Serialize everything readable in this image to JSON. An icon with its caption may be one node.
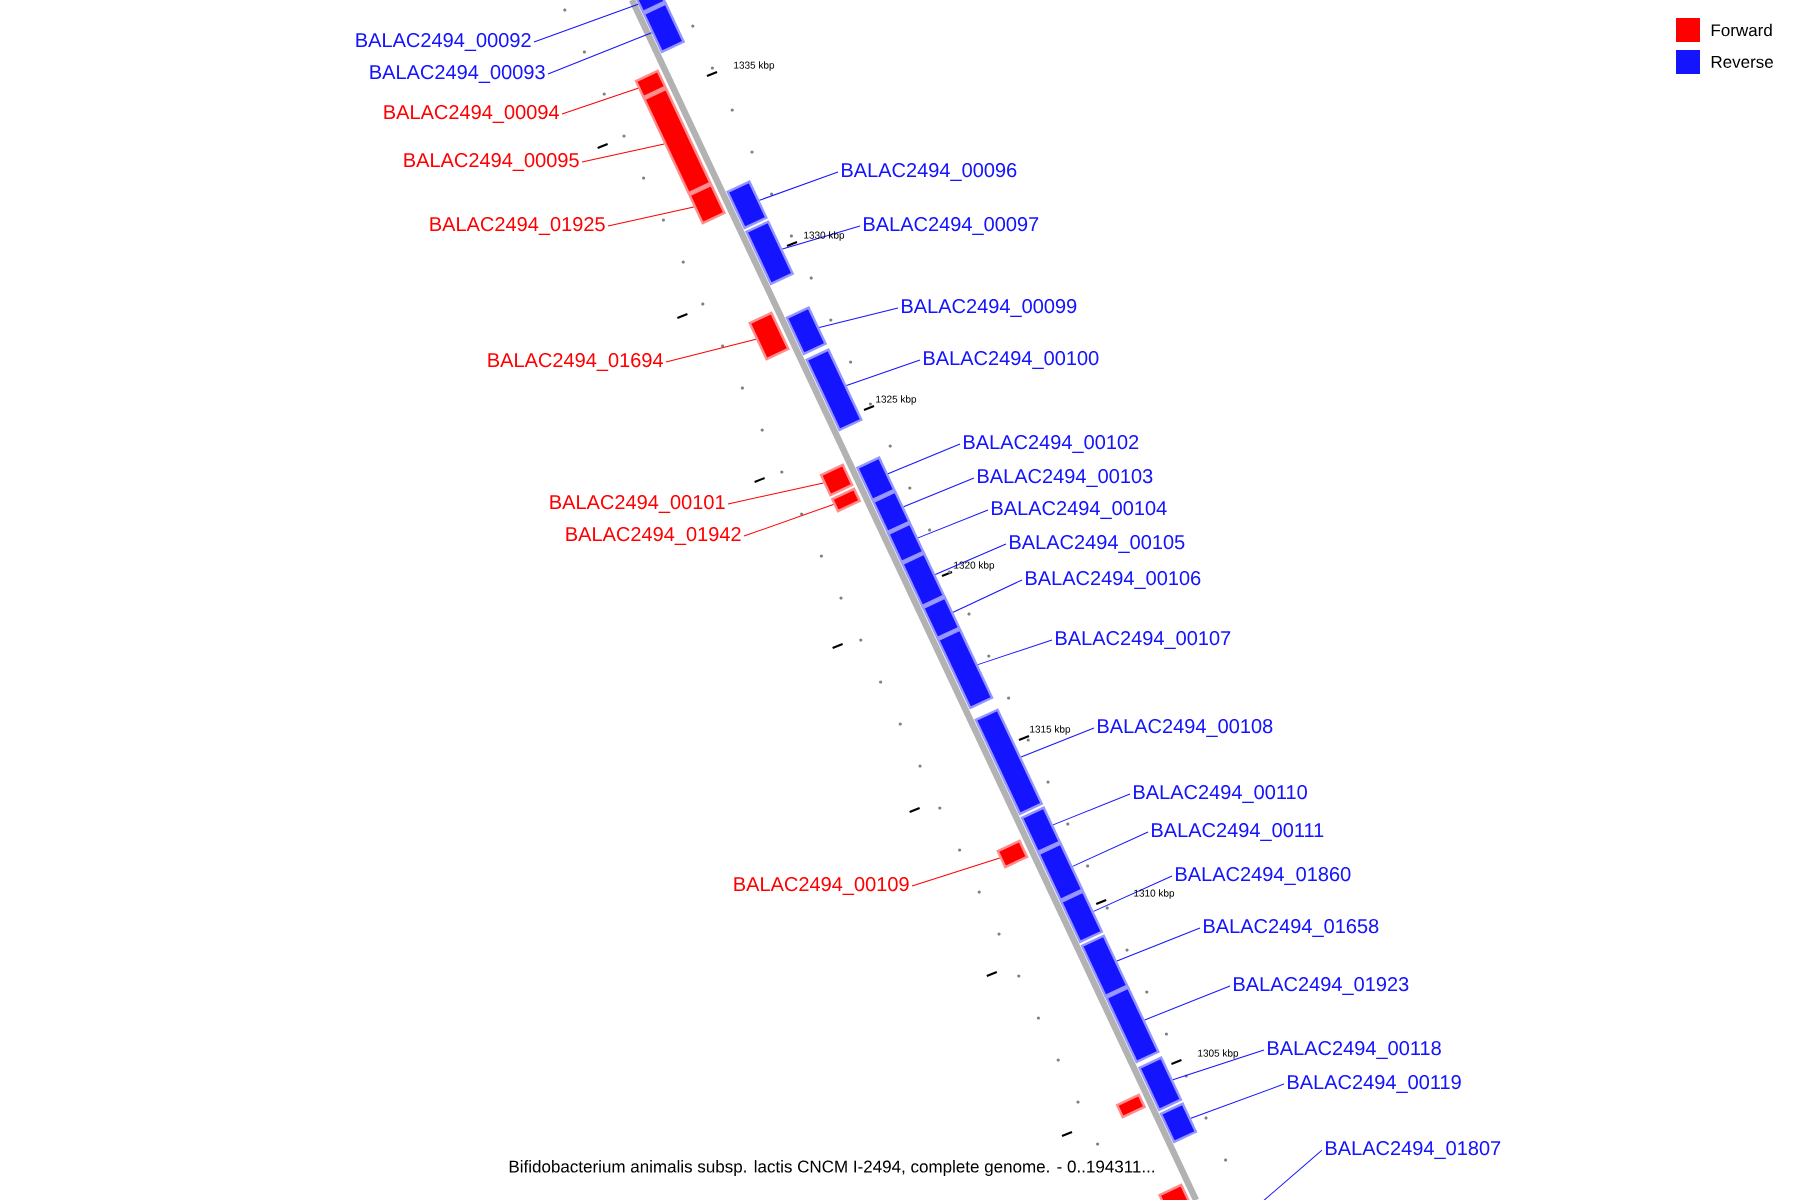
{
  "diagram": {
    "caption": "Bifidobacterium animalis subsp. lactis CNCM I-2494, complete genome. - 0..194311...",
    "nodes": [
      {
        "text": [
          "BALAC2494_00092"
        ]
      },
      {
        "text": [],
        "shape": "bar"
      },
      {
        "text": [
          "BALAC2494_00093"
        ]
      },
      {
        "text": [],
        "shape": "bar"
      },
      {
        "text": [
          "BALAC2494_00094"
        ]
      },
      {
        "text": [],
        "shape": "bar"
      },
      {
        "text": [
          "BALAC2494_00095"
        ]
      },
      {
        "text": [],
        "shape": "bar"
      },
      {
        "text": [
          "BALAC2494_00096"
        ]
      },
      {
        "text": [],
        "shape": "bar"
      },
      {
        "text": [
          "BALAC2494_01925"
        ]
      },
      {
        "text": [],
        "shape": "bar"
      },
      {
        "text": [
          "BALAC2494_00097"
        ]
      },
      {
        "text": [],
        "shape": "bar"
      },
      {
        "text": [
          "BALAC2494_00099"
        ]
      },
      {
        "text": [],
        "shape": "bar"
      },
      {
        "text": [
          "BALAC2494_01694"
        ]
      },
      {
        "text": [],
        "shape": "bar"
      },
      {
        "text": [
          "BALAC2494_00100"
        ]
      },
      {
        "text": [],
        "shape": "bar"
      },
      {
        "text": [
          "BALAC2494_00102"
        ]
      },
      {
        "text": [],
        "shape": "bar"
      },
      {
        "text": [
          "BALAC2494_00103"
        ]
      },
      {
        "text": [],
        "shape": "bar"
      },
      {
        "text": [
          "BALAC2494_00101"
        ]
      },
      {
        "text": [],
        "shape": "bar"
      },
      {
        "text": [
          "BALAC2494_00104"
        ]
      },
      {
        "text": [],
        "shape": "bar"
      },
      {
        "text": [
          "BALAC2494_01942"
        ]
      },
      {
        "text": [],
        "shape": "bar"
      },
      {
        "text": [
          "BALAC2494_00105"
        ]
      },
      {
        "text": [],
        "shape": "bar"
      },
      {
        "text": [
          "BALAC2494_00106"
        ]
      },
      {
        "text": [],
        "shape": "bar"
      },
      {
        "text": [
          "BALAC2494_00107"
        ]
      },
      {
        "text": [],
        "shape": "bar"
      },
      {
        "text": [
          "BALAC2494_00108"
        ]
      },
      {
        "text": [],
        "shape": "bar"
      },
      {
        "text": [
          "BALAC2494_00110"
        ]
      },
      {
        "text": [],
        "shape": "bar"
      },
      {
        "text": [
          "BALAC2494_00111"
        ]
      },
      {
        "text": [],
        "shape": "bar"
      },
      {
        "text": [
          "BALAC2494_01860"
        ]
      },
      {
        "text": [],
        "shape": "bar"
      },
      {
        "text": [
          "BALAC2494_00109"
        ]
      },
      {
        "text": [],
        "shape": "bar"
      },
      {
        "text": [
          "BALAC2494_01658"
        ]
      },
      {
        "text": [],
        "shape": "bar"
      },
      {
        "text": [
          "BALAC2494_01923"
        ]
      },
      {
        "text": [],
        "shape": "bar"
      },
      {
        "text": [
          "BALAC2494_00118"
        ]
      },
      {
        "text": [],
        "shape": "bar"
      },
      {
        "text": [],
        "shape": "bar"
      },
      {
        "text": [
          "BALAC2494_00119"
        ]
      },
      {
        "text": [],
        "shape": "bar"
      },
      {
        "text": [
          "BALAC2494_01807"
        ]
      },
      {
        "text": [],
        "shape": "bar"
      }
    ],
    "edges": [
      {
        "from": 0,
        "to": 1,
        "arrow": "none"
      },
      {
        "from": 2,
        "to": 3,
        "arrow": "none"
      },
      {
        "from": 4,
        "to": 5,
        "arrow": "none",
        "color": "#ff0000"
      },
      {
        "from": 6,
        "to": 7,
        "arrow": "none",
        "color": "#ff0000"
      },
      {
        "from": 8,
        "to": 9,
        "arrow": "none"
      },
      {
        "from": 10,
        "to": 11,
        "arrow": "none",
        "color": "#ff0000"
      },
      {
        "from": 12,
        "to": 13,
        "arrow": "none"
      },
      {
        "from": 14,
        "to": 15,
        "arrow": "none"
      },
      {
        "from": 16,
        "to": 17,
        "arrow": "none",
        "color": "#ff0000"
      },
      {
        "from": 18,
        "to": 19,
        "arrow": "none"
      },
      {
        "from": 20,
        "to": 21,
        "arrow": "none"
      },
      {
        "from": 22,
        "to": 23,
        "arrow": "none"
      },
      {
        "from": 24,
        "to": 25,
        "arrow": "none",
        "color": "#ff0000"
      },
      {
        "from": 26,
        "to": 27,
        "arrow": "none"
      },
      {
        "from": 28,
        "to": 29,
        "arrow": "none",
        "color": "#ff0000"
      },
      {
        "from": 30,
        "to": 31,
        "arrow": "none"
      },
      {
        "from": 32,
        "to": 33,
        "arrow": "none"
      },
      {
        "from": 34,
        "to": 35,
        "arrow": "none"
      },
      {
        "from": 36,
        "to": 37,
        "arrow": "none"
      },
      {
        "from": 38,
        "to": 39,
        "arrow": "none"
      },
      {
        "from": 40,
        "to": 41,
        "arrow": "none"
      },
      {
        "from": 42,
        "to": 43,
        "arrow": "none"
      },
      {
        "from": 44,
        "to": 45,
        "arrow": "none",
        "color": "#ff0000"
      },
      {
        "from": 46,
        "to": 47,
        "arrow": "none"
      },
      {
        "from": 48,
        "to": 49,
        "arrow": "none"
      },
      {
        "from": 50,
        "to": 51,
        "arrow": "none"
      },
      {
        "from": 53,
        "to": 54,
        "arrow": "none"
      },
      {
        "from": 55,
        "to": null,
        "arrow": "none"
      }
    ],
    "labels": [
      "1335 kbp",
      "1330 kbp",
      "1325 kbp",
      "1320 kbp",
      "1315 kbp",
      "1310 kbp",
      "1305 kbp"
    ],
    "legend": [
      {
        "text": "Forward",
        "color": "#ff0000"
      },
      {
        "text": "Reverse",
        "color": "#1414ff"
      }
    ]
  }
}
